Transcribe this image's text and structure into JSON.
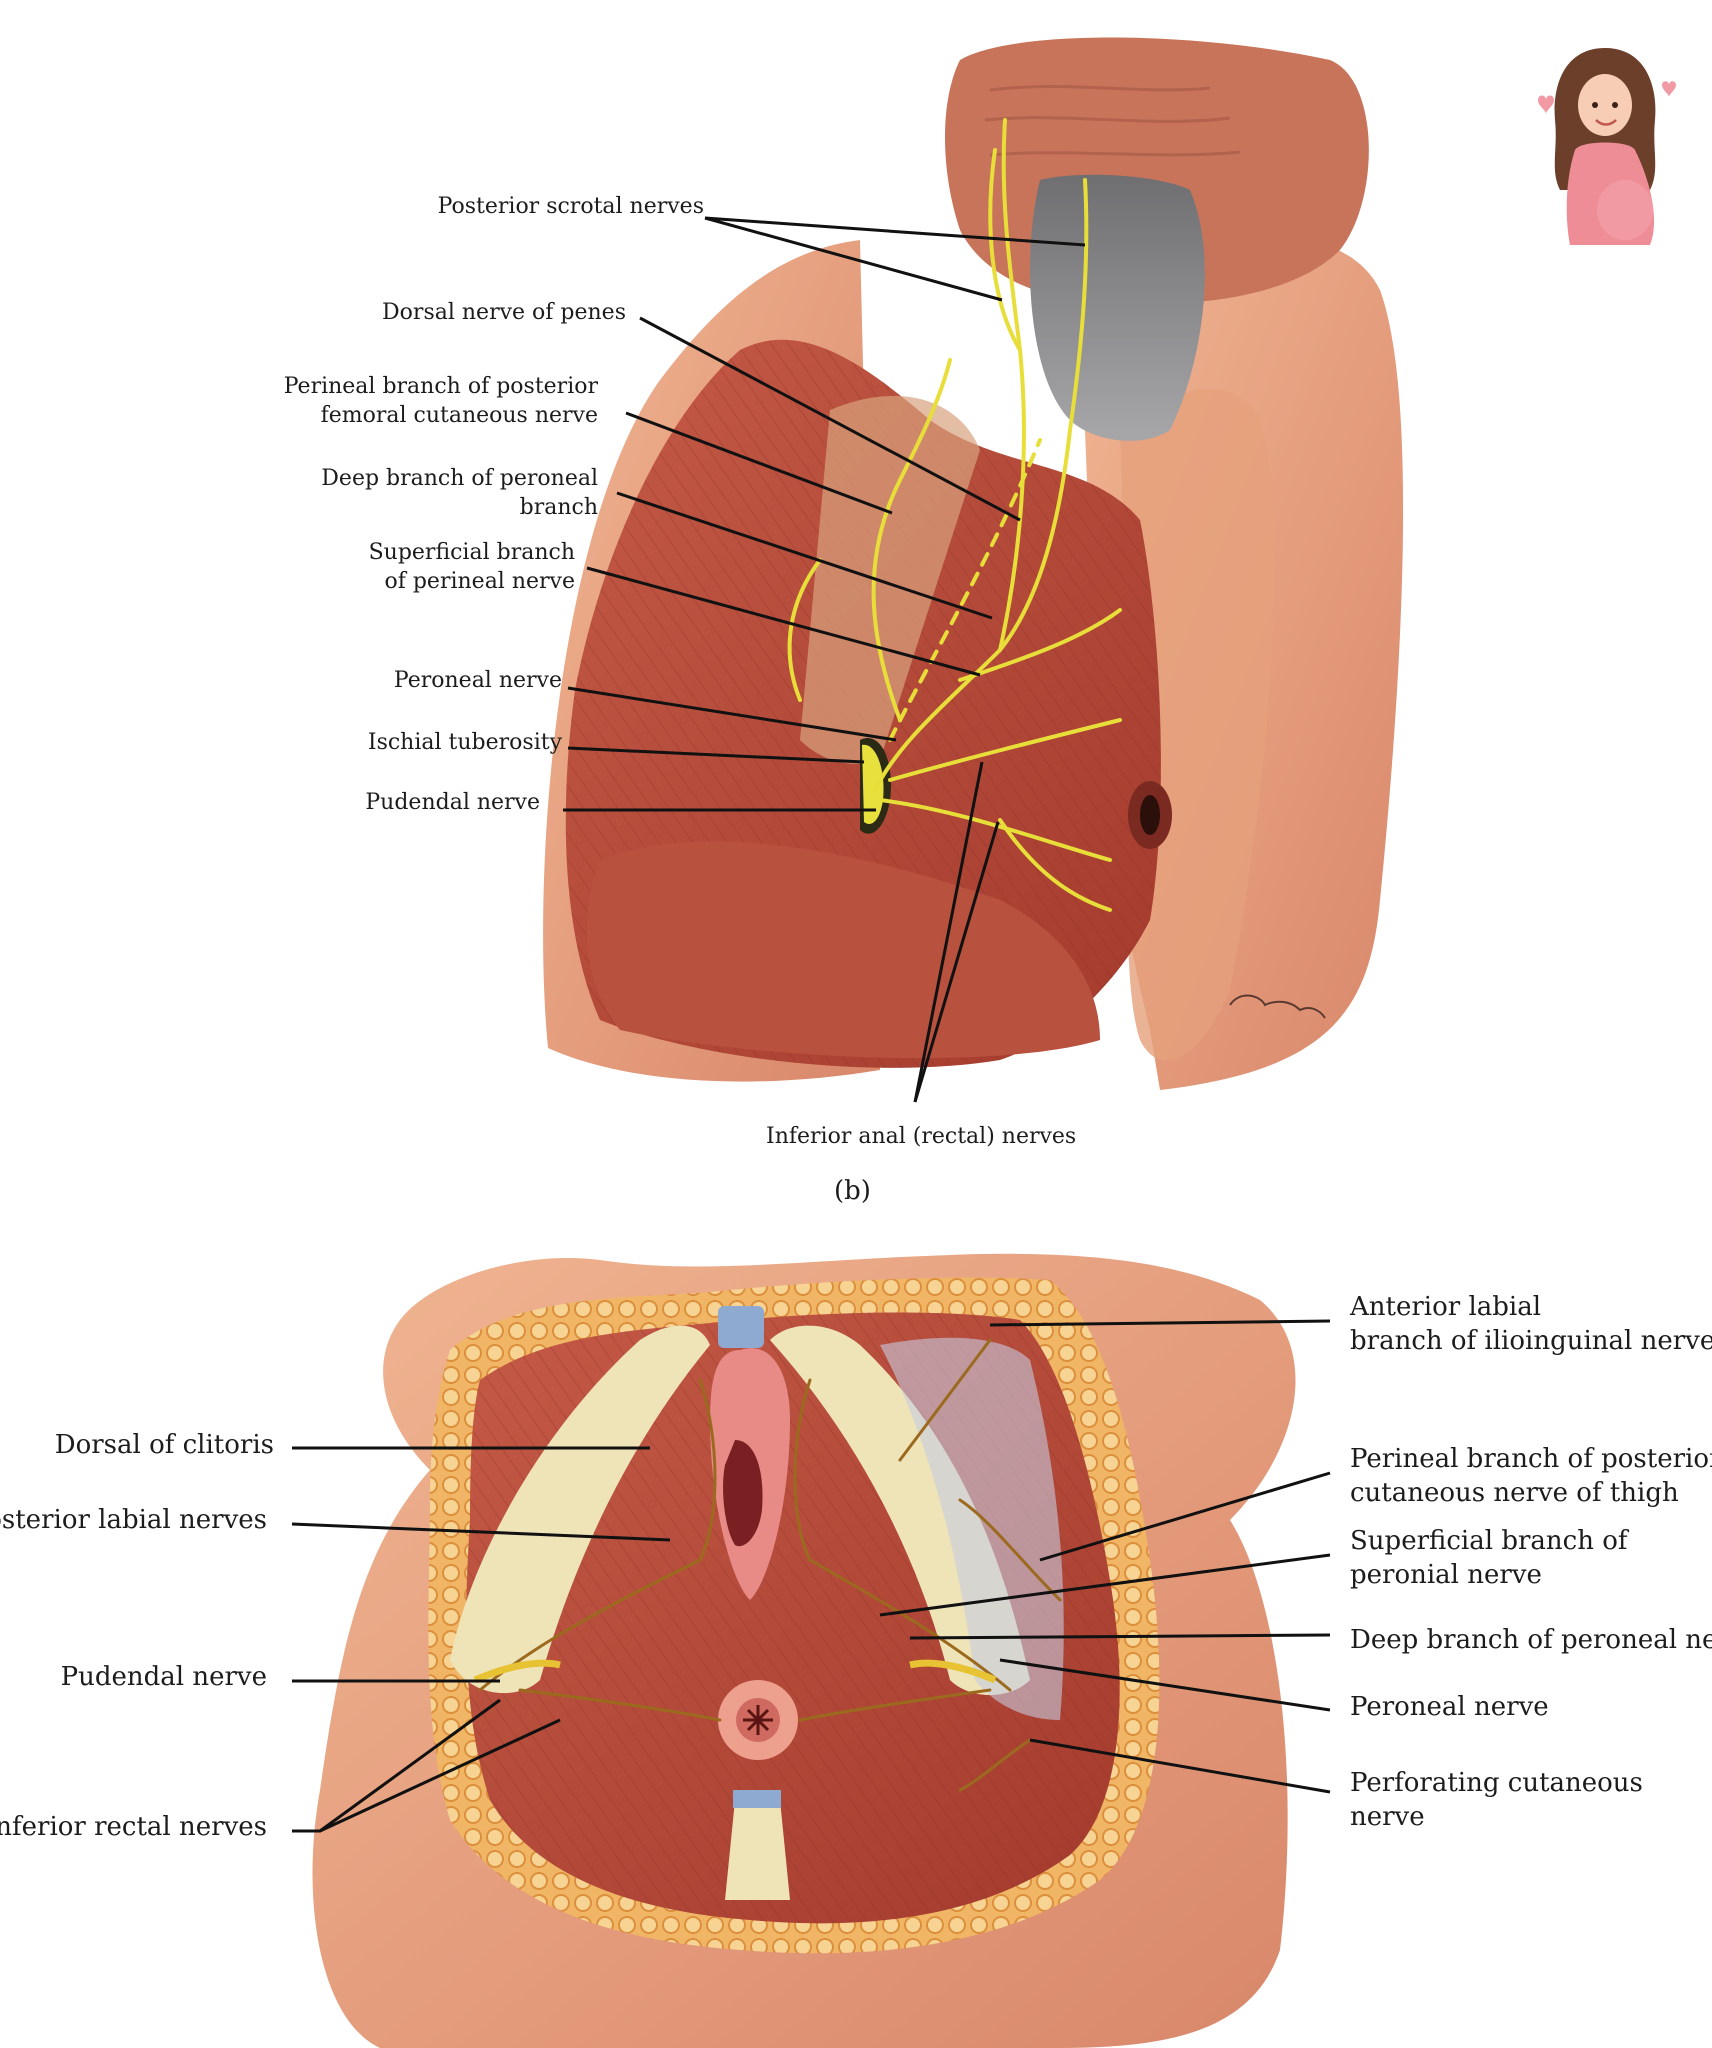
{
  "figure_b": {
    "caption": "(b)",
    "labels": {
      "posterior_scrotal": "Posterior scrotal nerves",
      "dorsal_penis": "Dorsal nerve of penes",
      "perineal_femoral_1": "Perineal branch of posterior",
      "perineal_femoral_2": "femoral cutaneous nerve",
      "deep_branch_1": "Deep branch of peroneal",
      "deep_branch_2": "branch",
      "superficial_branch_1": "Superficial branch",
      "superficial_branch_2": "of perineal nerve",
      "peroneal": "Peroneal nerve",
      "ischial": "Ischial tuberosity",
      "pudendal": "Pudendal nerve",
      "inferior_anal": "Inferior anal (rectal) nerves"
    }
  },
  "figure_c": {
    "labels": {
      "dorsal_clitoris": "Dorsal of clitoris",
      "posterior_labial": "Posterior labial nerves",
      "pudendal": "Pudendal nerve",
      "inferior_rectal": "Inferior rectal nerves",
      "anterior_labial_1": "Anterior labial",
      "anterior_labial_2": "branch of ilioinguinal nerve",
      "perineal_thigh_1": "Perineal branch of posterior",
      "perineal_thigh_2": "cutaneous nerve of thigh",
      "superficial_1": "Superficial branch of",
      "superficial_2": "peronial nerve",
      "deep_branch": "Deep branch of peroneal nerve",
      "peroneal": "Peroneal nerve",
      "perforating_1": "Perforating cutaneous",
      "perforating_2": "nerve"
    }
  },
  "colors": {
    "skin": "#e9a27f",
    "muscle": "#b4493a",
    "nerve_yellow": "#e8de3a",
    "nerve_brown": "#9b6a1e",
    "fat": "#f0cf8a",
    "leader": "#111111"
  },
  "badge_icon": "pregnant-woman-icon"
}
